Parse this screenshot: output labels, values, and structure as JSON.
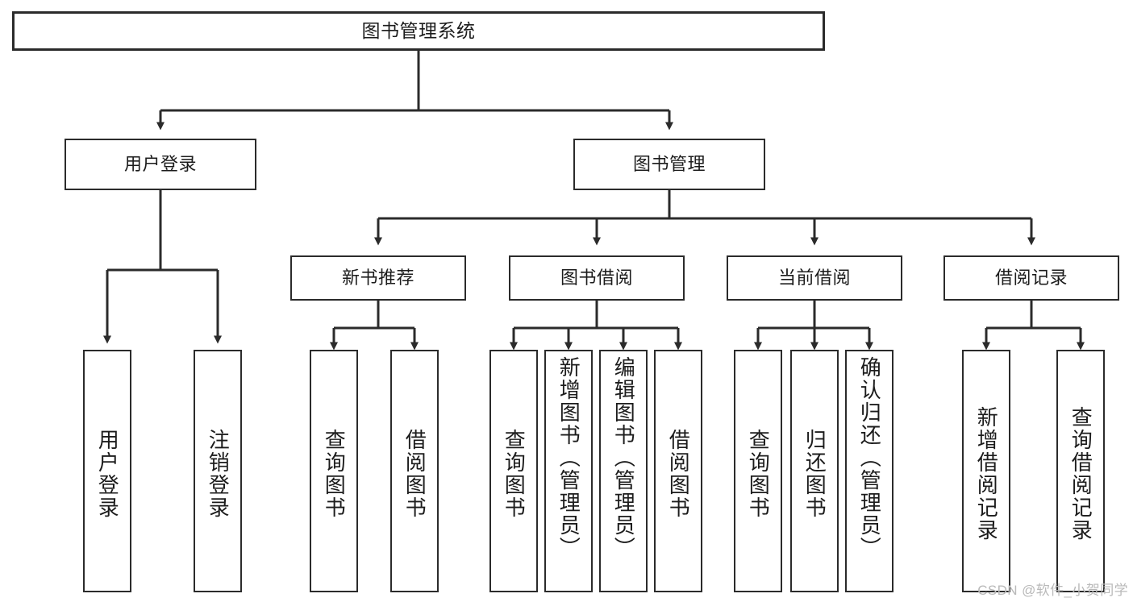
{
  "diagram": {
    "type": "tree-hierarchy",
    "title": "图书管理系统",
    "orientation": "top-down",
    "line_color": "#2b2b2b",
    "box_fill": "#ffffff",
    "text_color": "#1c1c1c"
  },
  "nodes": {
    "root": {
      "label": "图书管理系统"
    },
    "level2": [
      {
        "label": "用户登录"
      },
      {
        "label": "图书管理"
      }
    ],
    "level3": [
      {
        "label": "新书推荐"
      },
      {
        "label": "图书借阅"
      },
      {
        "label": "当前借阅"
      },
      {
        "label": "借阅记录"
      }
    ],
    "leaves": {
      "user_login": [
        {
          "label": "用户登录"
        },
        {
          "label": "注销登录"
        }
      ],
      "new_book_recommend": [
        {
          "label": "查询图书"
        },
        {
          "label": "借阅图书"
        }
      ],
      "book_borrow": [
        {
          "label": "查询图书"
        },
        {
          "label": "新增图书（管理员）"
        },
        {
          "label": "编辑图书（管理员）"
        },
        {
          "label": "借阅图书"
        }
      ],
      "current_borrow": [
        {
          "label": "查询图书"
        },
        {
          "label": "归还图书"
        },
        {
          "label": "确认归还（管理员）"
        }
      ],
      "borrow_record": [
        {
          "label": "新增借阅记录"
        },
        {
          "label": "查询借阅记录"
        }
      ]
    }
  },
  "watermark": {
    "text": "CSDN @软件_小贺同学"
  }
}
